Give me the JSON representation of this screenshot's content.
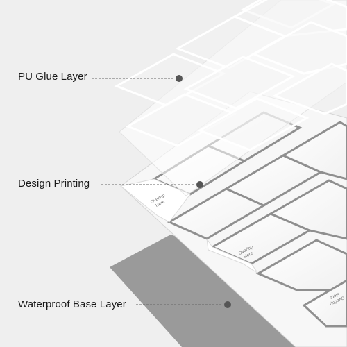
{
  "layers": [
    {
      "id": "glue",
      "label": "PU Glue Layer"
    },
    {
      "id": "print",
      "label": "Design Printing"
    },
    {
      "id": "base",
      "label": "Waterproof Base Layer"
    }
  ],
  "tile_text": {
    "overlap_1": [
      "Overlap",
      "Here"
    ],
    "overlap_2": [
      "Overlap",
      "Here"
    ],
    "overlap_3": [
      "Overlap",
      "Here"
    ]
  },
  "colors": {
    "background": "#efefef",
    "base_layer": "#9a9a9a",
    "tile_face": "#ffffff",
    "grout": "#8f8f8f",
    "callout_dot": "#555555",
    "callout_line": "#666666"
  }
}
